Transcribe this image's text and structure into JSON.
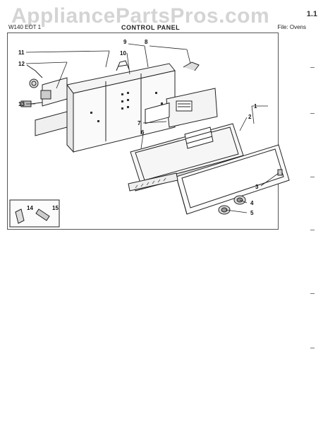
{
  "watermark": "AppliancePartsPros.com",
  "header": {
    "model": "W140 EOT 1",
    "title": "CONTROL PANEL",
    "file": "File: Ovens",
    "corner_mark": "1.1"
  },
  "callouts": [
    "1",
    "2",
    "3",
    "4",
    "5",
    "6",
    "7",
    "8",
    "9",
    "10",
    "11",
    "12",
    "13",
    "14",
    "15"
  ]
}
